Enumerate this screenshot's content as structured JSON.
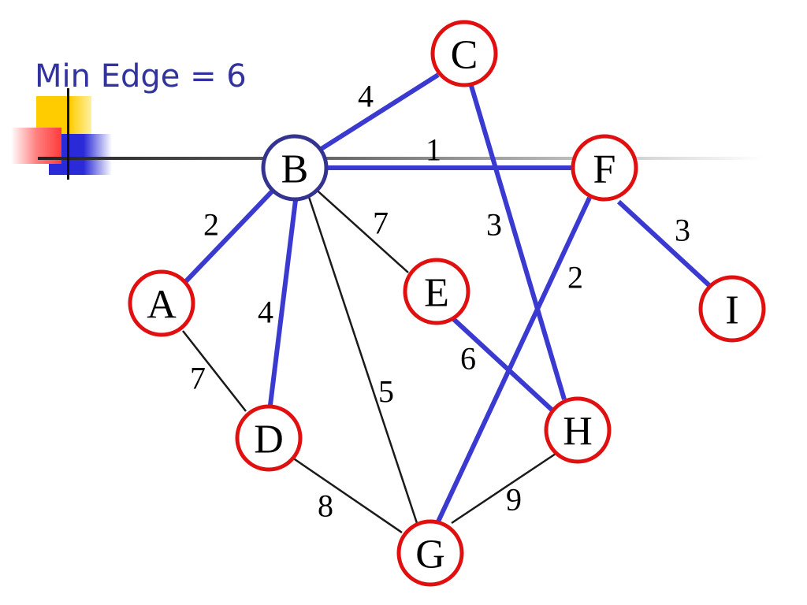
{
  "title": "Min Edge = 6",
  "colors": {
    "title": "#3333a0",
    "tree_edge": "#3a3ad0",
    "other_edge": "#1a1a1a",
    "node_border_unvisited": "#e01010",
    "node_border_current": "#343490",
    "square_yellow": "#ffcc00",
    "square_red": "#ff3b3b",
    "square_blue": "#2a2ad8"
  },
  "nodes": [
    {
      "id": "A",
      "label": "A",
      "state": "unvisited"
    },
    {
      "id": "B",
      "label": "B",
      "state": "current"
    },
    {
      "id": "C",
      "label": "C",
      "state": "unvisited"
    },
    {
      "id": "D",
      "label": "D",
      "state": "unvisited"
    },
    {
      "id": "E",
      "label": "E",
      "state": "unvisited"
    },
    {
      "id": "F",
      "label": "F",
      "state": "unvisited"
    },
    {
      "id": "G",
      "label": "G",
      "state": "unvisited"
    },
    {
      "id": "H",
      "label": "H",
      "state": "unvisited"
    },
    {
      "id": "I",
      "label": "I",
      "state": "unvisited"
    }
  ],
  "edges": [
    {
      "from": "B",
      "to": "C",
      "weight": "4",
      "highlighted": true
    },
    {
      "from": "B",
      "to": "F",
      "weight": "1",
      "highlighted": true
    },
    {
      "from": "B",
      "to": "A",
      "weight": "2",
      "highlighted": true
    },
    {
      "from": "B",
      "to": "D",
      "weight": "4",
      "highlighted": true
    },
    {
      "from": "B",
      "to": "E",
      "weight": "7",
      "highlighted": false
    },
    {
      "from": "B",
      "to": "G",
      "weight": "5",
      "highlighted": false
    },
    {
      "from": "C",
      "to": "H",
      "weight": "3",
      "highlighted": true
    },
    {
      "from": "F",
      "to": "G",
      "weight": "2",
      "highlighted": true
    },
    {
      "from": "F",
      "to": "I",
      "weight": "3",
      "highlighted": true
    },
    {
      "from": "A",
      "to": "D",
      "weight": "7",
      "highlighted": false
    },
    {
      "from": "E",
      "to": "H",
      "weight": "6",
      "highlighted": true
    },
    {
      "from": "D",
      "to": "G",
      "weight": "8",
      "highlighted": false
    },
    {
      "from": "G",
      "to": "H",
      "weight": "9",
      "highlighted": false
    }
  ]
}
